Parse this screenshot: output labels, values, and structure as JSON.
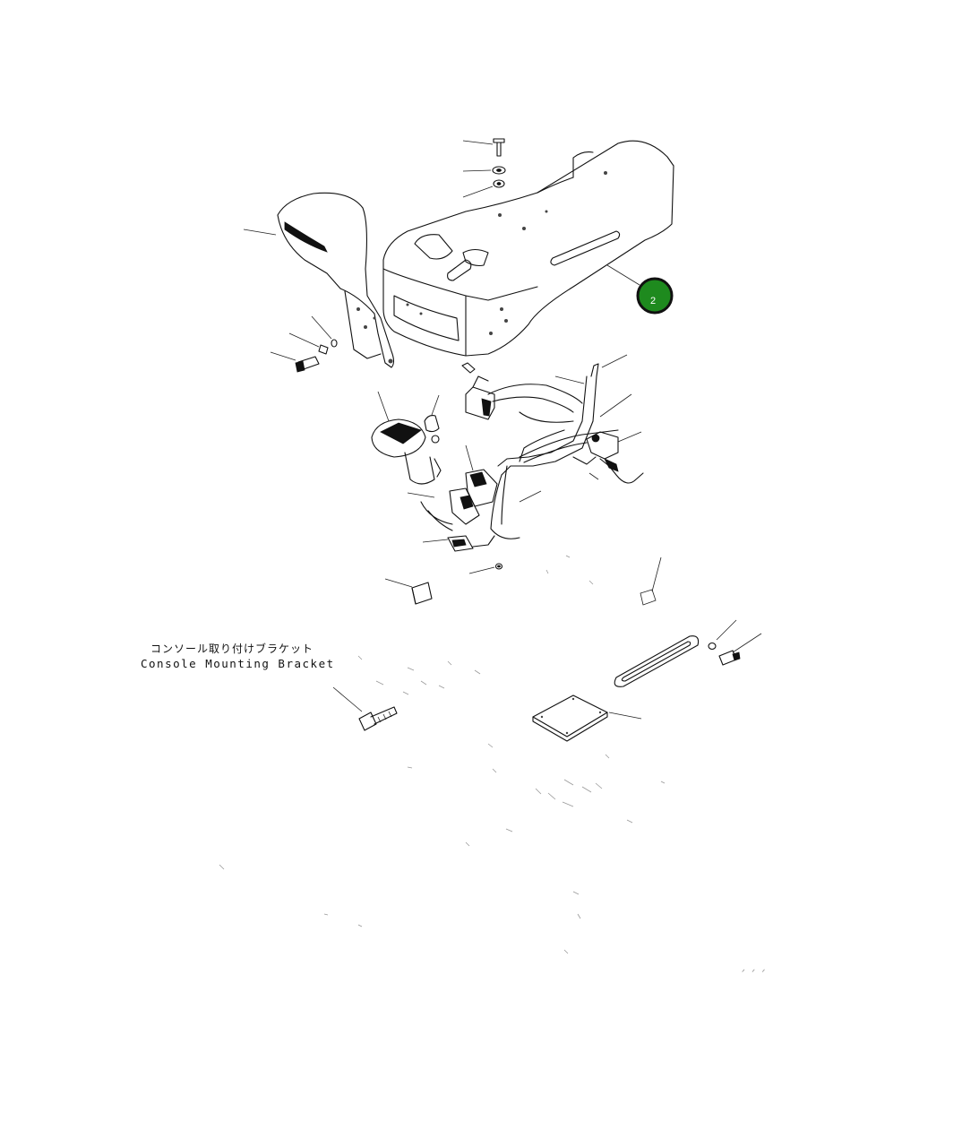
{
  "diagram": {
    "label_jp": "コンソール取り付けブラケット",
    "label_en": "Console Mounting Bracket",
    "callout": {
      "number": "2",
      "color": "#1e8a1e"
    },
    "footer_code": "ᐟ   ᐟ ᐟ"
  }
}
